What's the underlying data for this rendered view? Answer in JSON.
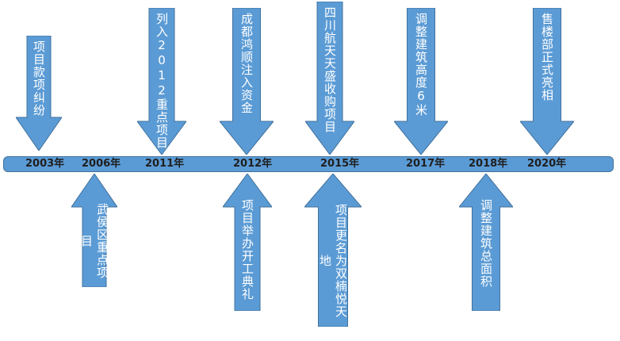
{
  "timeline": {
    "years": [
      "2003年",
      "2006年",
      "2011年",
      "2012年",
      "2015年",
      "2017年",
      "2018年",
      "2020年"
    ],
    "events_above": [
      {
        "year": "2003",
        "text": "项目款项纠纷"
      },
      {
        "year": "2011",
        "text": "列入2012重点项目"
      },
      {
        "year": "2012",
        "text": "成都鸿顺注入资金"
      },
      {
        "year": "2015",
        "text": "四川航天天盛收购项目"
      },
      {
        "year": "2017",
        "text": "调整建筑高度6米"
      },
      {
        "year": "2020",
        "text": "售楼部正式亮相"
      }
    ],
    "events_below": [
      {
        "year": "2006",
        "text": "武侯区重点项目"
      },
      {
        "year": "2012",
        "text": "项目举办开工典礼"
      },
      {
        "year": "2015",
        "text": "项目更名为双楠悦天地"
      },
      {
        "year": "2018",
        "text": "调整建筑总面积"
      }
    ]
  },
  "colors": {
    "fill": "#5b9bd5",
    "stroke": "#41719c",
    "text": "#ffffff"
  }
}
